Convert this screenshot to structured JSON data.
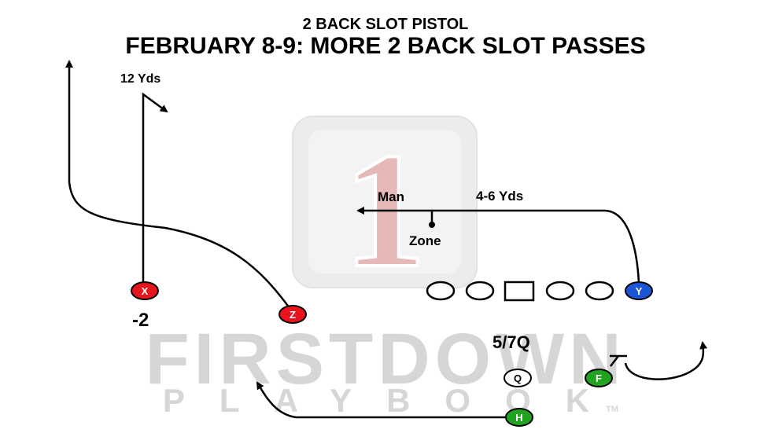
{
  "header": {
    "subtitle": "2 BACK SLOT PISTOL",
    "title": "FEBRUARY 8-9: MORE 2 BACK SLOT PASSES"
  },
  "watermark": {
    "badge_digit": "1",
    "line1": "FIRSTDOWN",
    "line2": "PLAYBOOK",
    "trademark": "TM"
  },
  "labels": {
    "x_route": "12 Yds",
    "man": "Man",
    "zone": "Zone",
    "y_route": "4-6 Yds",
    "x_depth": "-2",
    "qb_read": "5/7Q"
  },
  "players": {
    "x": "X",
    "z": "Z",
    "y": "Y",
    "q": "Q",
    "f": "F",
    "h": "H"
  },
  "colors": {
    "x": "#e8141e",
    "z": "#e8141e",
    "y": "#1a56d6",
    "f": "#22a31f",
    "h": "#22a31f",
    "q": "#ffffff",
    "watermark": "#d6d6d6",
    "badge_red": "#e05858"
  }
}
